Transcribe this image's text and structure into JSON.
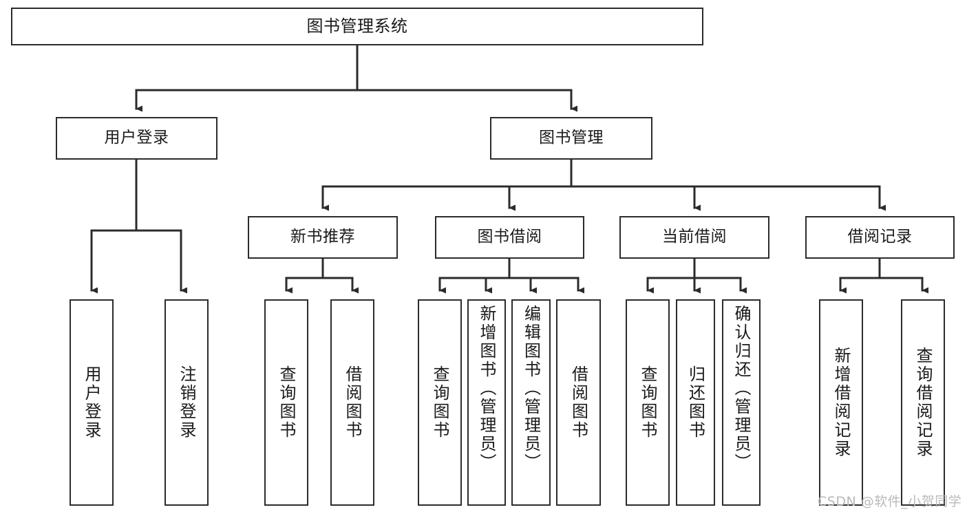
{
  "diagram": {
    "type": "tree-hierarchy-chart",
    "title": "图书管理系统",
    "watermark": "CSDN @软件_小贺同学",
    "colors": {
      "box_border": "#2b2b2b",
      "box_fill": "#ffffff",
      "connector": "#2b2b2b",
      "text": "#1a1a1a",
      "watermark": "#b9b9b9"
    },
    "nodes": {
      "root": {
        "label": "图书管理系统"
      },
      "level1": [
        {
          "label": "用户登录"
        },
        {
          "label": "图书管理"
        }
      ],
      "level2": [
        {
          "label": "新书推荐"
        },
        {
          "label": "图书借阅"
        },
        {
          "label": "当前借阅"
        },
        {
          "label": "借阅记录"
        }
      ],
      "leaves_user_login": [
        {
          "label": "用户登录"
        },
        {
          "label": "注销登录"
        }
      ],
      "leaves_new_book": [
        {
          "label": "查询图书"
        },
        {
          "label": "借阅图书"
        }
      ],
      "leaves_borrow": [
        {
          "label": "查询图书"
        },
        {
          "label": "新增图书（管理员）"
        },
        {
          "label": "编辑图书（管理员）"
        },
        {
          "label": "借阅图书"
        }
      ],
      "leaves_current": [
        {
          "label": "查询图书"
        },
        {
          "label": "归还图书"
        },
        {
          "label": "确认归还（管理员）"
        }
      ],
      "leaves_records": [
        {
          "label": "新增借阅记录"
        },
        {
          "label": "查询借阅记录"
        }
      ]
    }
  }
}
